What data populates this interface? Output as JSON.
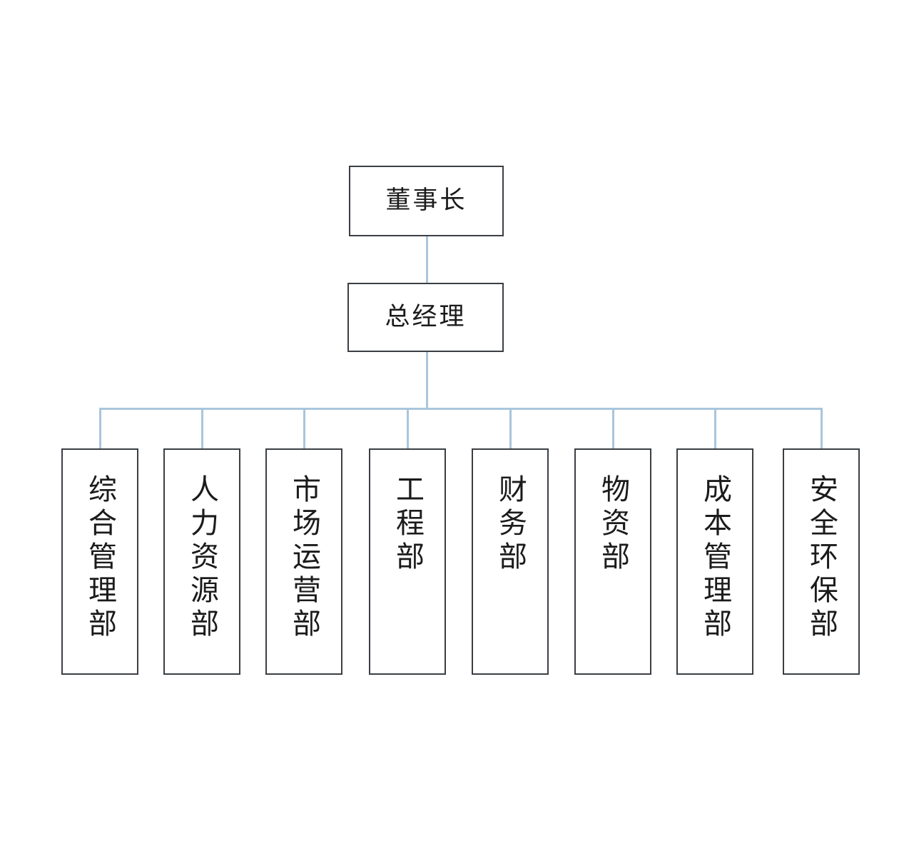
{
  "chart_data": {
    "type": "diagram",
    "diagram_type": "organizational-chart",
    "title": "",
    "orientation": "top-down",
    "levels": [
      {
        "level": 1,
        "nodes": [
          "董事长"
        ]
      },
      {
        "level": 2,
        "nodes": [
          "总经理"
        ]
      },
      {
        "level": 3,
        "nodes": [
          "综合管理部",
          "人力资源部",
          "市场运营部",
          "工程部",
          "财务部",
          "物资部",
          "成本管理部",
          "安全环保部"
        ]
      }
    ],
    "edges": [
      {
        "from": "董事长",
        "to": "总经理"
      },
      {
        "from": "总经理",
        "to": "综合管理部"
      },
      {
        "from": "总经理",
        "to": "人力资源部"
      },
      {
        "from": "总经理",
        "to": "市场运营部"
      },
      {
        "from": "总经理",
        "to": "工程部"
      },
      {
        "from": "总经理",
        "to": "财务部"
      },
      {
        "from": "总经理",
        "to": "物资部"
      },
      {
        "from": "总经理",
        "to": "成本管理部"
      },
      {
        "from": "总经理",
        "to": "安全环保部"
      }
    ]
  },
  "colors": {
    "background": "#ffffff",
    "box_border": "#3b3f44",
    "box_fill": "#ffffff",
    "connector": "#a9c6dc",
    "text": "#1b1b1b"
  },
  "chart": {
    "chairman": {
      "label": "董事长"
    },
    "general_manager": {
      "label": "总经理"
    },
    "departments": [
      {
        "label": "综合管理部"
      },
      {
        "label": "人力资源部"
      },
      {
        "label": "市场运营部"
      },
      {
        "label": "工程部"
      },
      {
        "label": "财务部"
      },
      {
        "label": "物资部"
      },
      {
        "label": "成本管理部"
      },
      {
        "label": "安全环保部"
      }
    ]
  }
}
